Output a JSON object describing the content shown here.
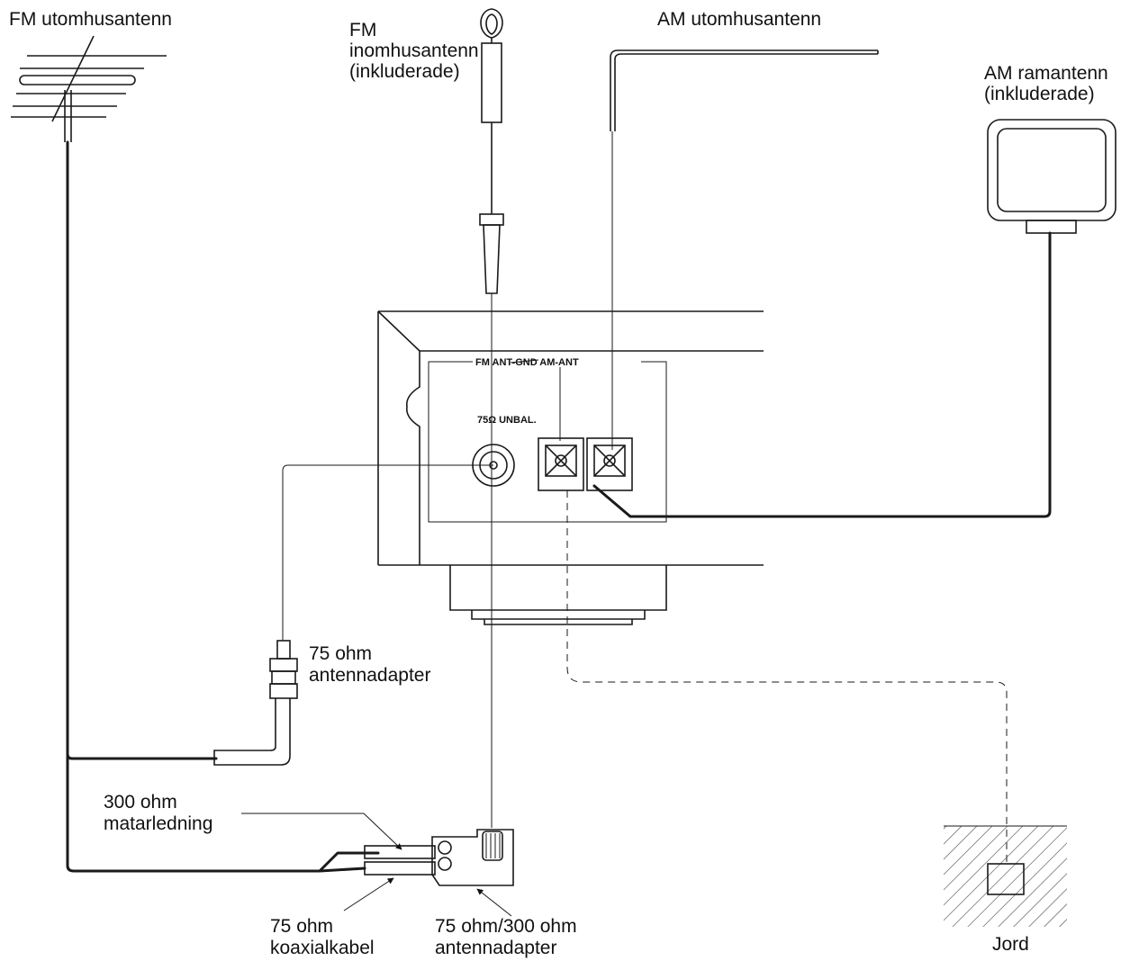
{
  "labels": {
    "fm_outdoor": "FM utomhusantenn",
    "fm_indoor_1": "FM",
    "fm_indoor_2": "inomhusantenn",
    "fm_indoor_3": "(inkluderade)",
    "am_outdoor": "AM utomhusantenn",
    "am_loop_1": "AM ramantenn",
    "am_loop_2": "(inkluderade)",
    "panel_terminals": "FM ANT-GND AM-ANT",
    "panel_unbal": "75Ω UNBAL.",
    "adapter75_1": "75 ohm",
    "adapter75_2": "antennadapter",
    "feeder300_1": "300 ohm",
    "feeder300_2": "matarledning",
    "coax75_1": "75 ohm",
    "coax75_2": "koaxialkabel",
    "adapter_75_300_1": "75 ohm/300 ohm",
    "adapter_75_300_2": "antennadapter",
    "ground": "Jord"
  },
  "colors": {
    "line": "#1a1a1a",
    "background": "#ffffff"
  }
}
